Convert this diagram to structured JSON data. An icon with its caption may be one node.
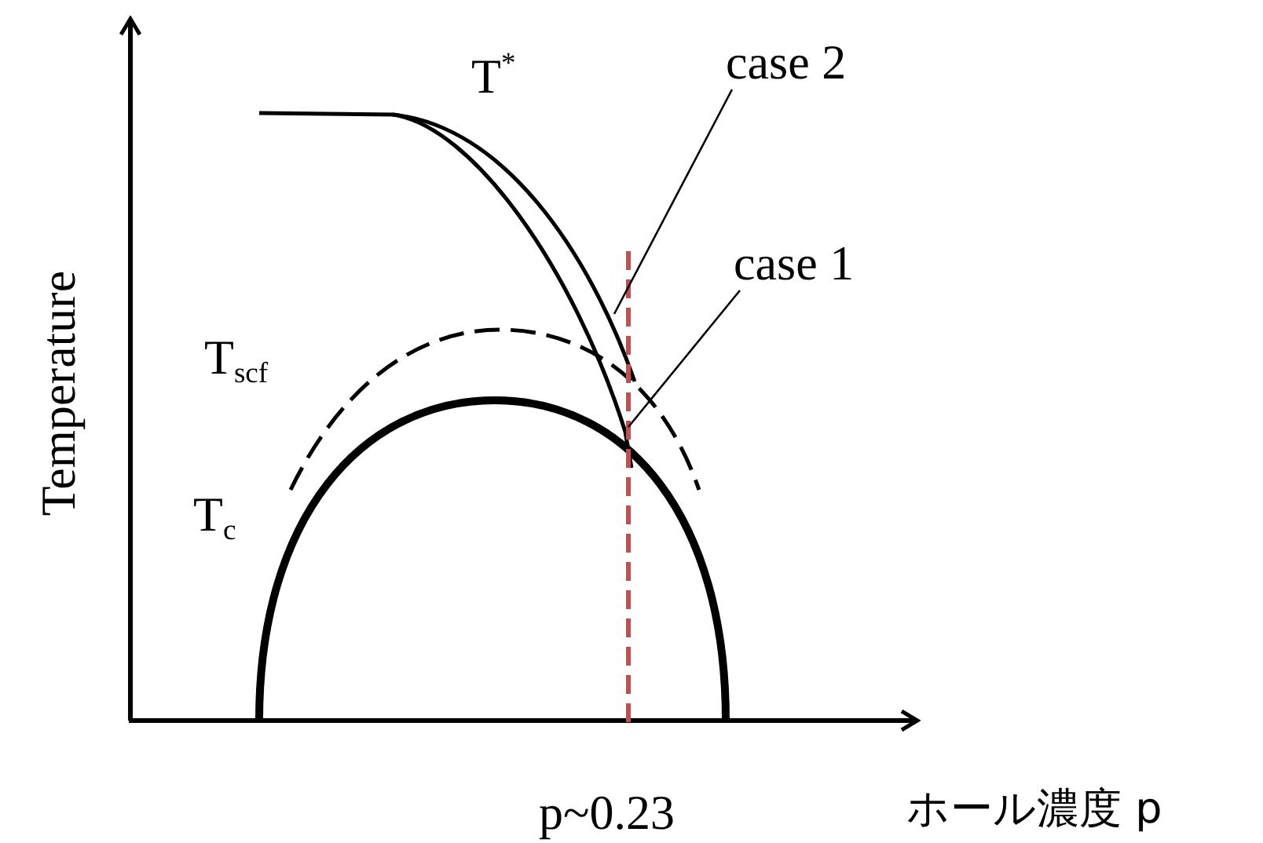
{
  "diagram": {
    "nodes": [
      {
        "text": [
          "case 2"
        ]
      },
      {
        "text": [
          "case 1"
        ]
      }
    ],
    "edges": [
      {
        "from": 0,
        "to": null,
        "arrow": "none"
      },
      {
        "from": 1,
        "to": null,
        "arrow": "none"
      }
    ],
    "labels": [
      "T$^{*}$",
      "Temperature",
      "T$_{scf}$",
      "T$_{c}$",
      "p~0.23",
      "ホール濃度 p"
    ]
  }
}
